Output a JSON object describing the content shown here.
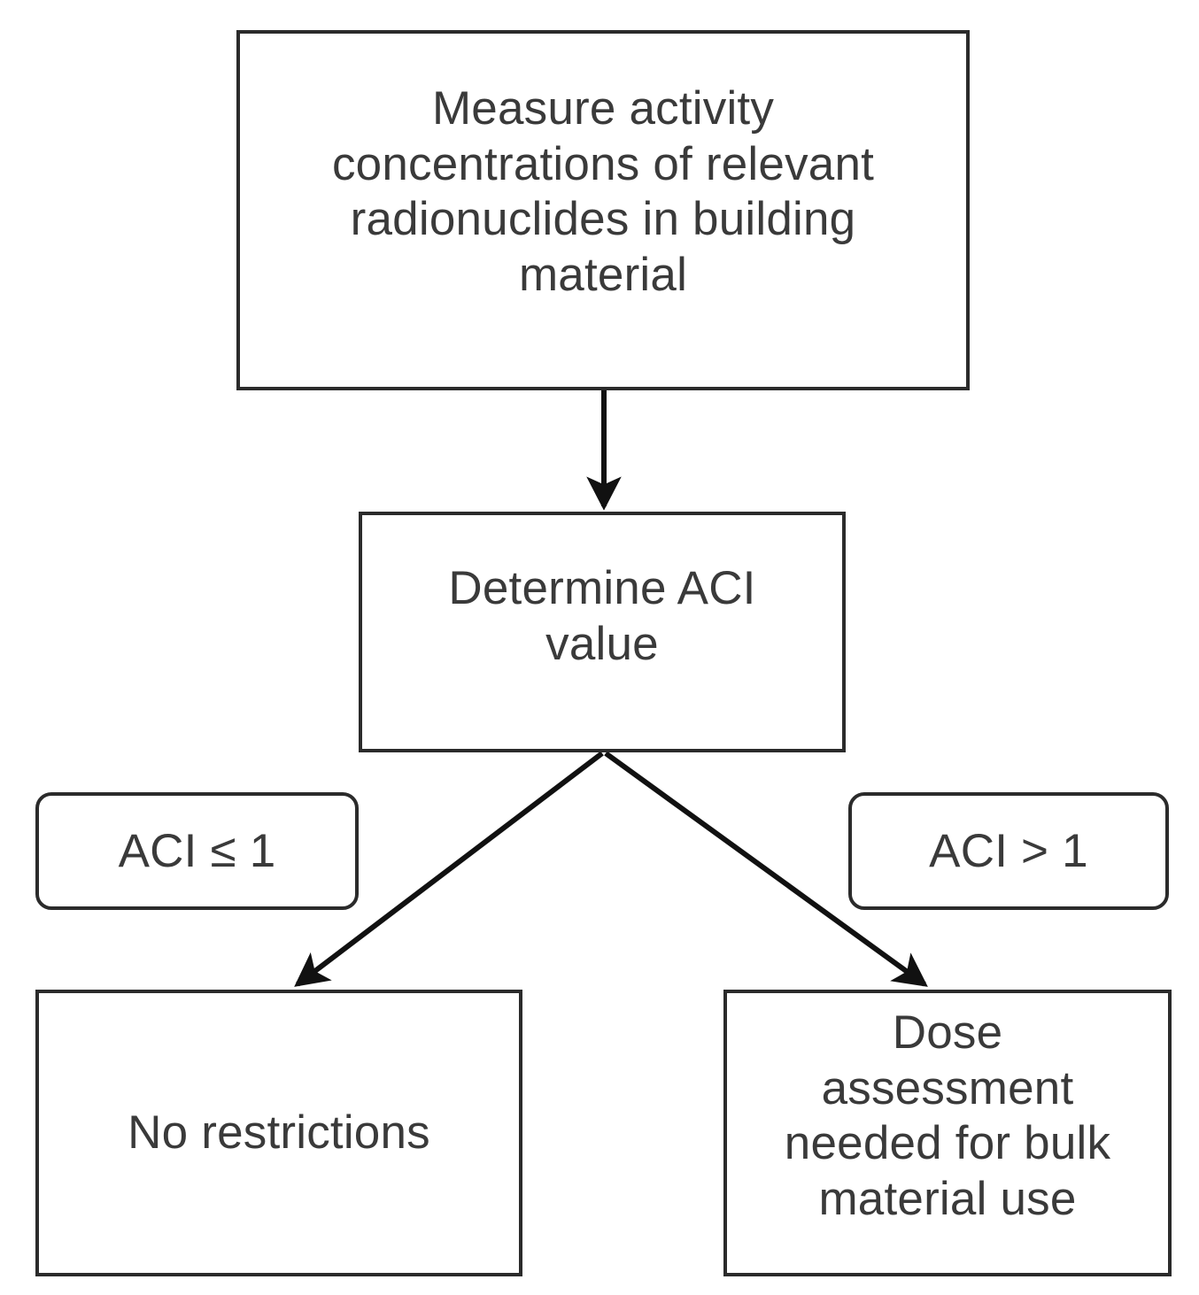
{
  "diagram": {
    "title": "ACI building material assessment flowchart",
    "background_color": "#ffffff",
    "stroke_color": "#2b2b2b",
    "text_color": "#3a3a3a",
    "nodes": {
      "measure": {
        "label": "Measure activity\nconcentrations of relevant\nradionuclides in building\nmaterial",
        "shape": "rectangle"
      },
      "determine": {
        "label": "Determine ACI\nvalue",
        "shape": "rectangle"
      },
      "no_restrictions": {
        "label": "No restrictions",
        "shape": "rectangle"
      },
      "dose_assessment": {
        "label": "Dose\nassessment\nneeded for bulk\nmaterial use",
        "shape": "rectangle"
      }
    },
    "conditions": {
      "low": {
        "label": "ACI ≤  1",
        "shape": "rounded-rectangle"
      },
      "high": {
        "label": "ACI > 1",
        "shape": "rounded-rectangle"
      }
    },
    "edges": [
      {
        "name": "measure-to-determine",
        "from": "measure",
        "to": "determine",
        "label": "",
        "style": "straight-arrow-down"
      },
      {
        "name": "determine-to-no-restrictions",
        "from": "determine",
        "to": "no_restrictions",
        "label": "ACI ≤  1",
        "style": "diagonal-arrow-down-left"
      },
      {
        "name": "determine-to-dose-assessment",
        "from": "determine",
        "to": "dose_assessment",
        "label": "ACI > 1",
        "style": "diagonal-arrow-down-right"
      }
    ]
  }
}
